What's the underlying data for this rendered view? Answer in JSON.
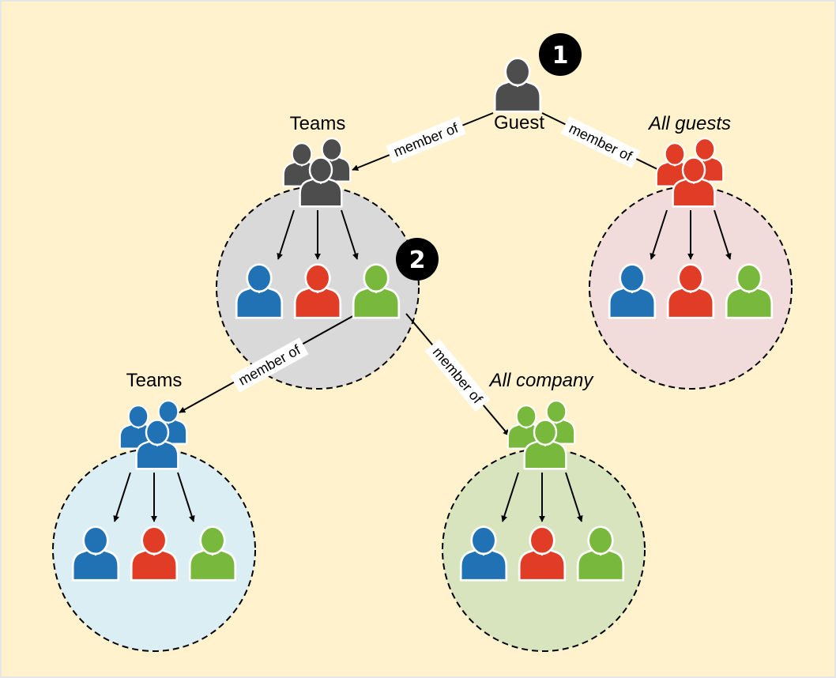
{
  "colors": {
    "background": "#fff2cc",
    "border": "#e6e6e6",
    "gray": "#4d4d4d",
    "red": "#e03c26",
    "blue": "#2171b5",
    "green": "#78b83c",
    "circle_gray": "#d9d9d9",
    "circle_pink": "#f2dcdb",
    "circle_blue": "#dbeef4",
    "circle_green": "#d7e4bd",
    "badge": "#000000"
  },
  "icons": {
    "single_user": "person-icon",
    "user_group": "people-group-icon",
    "badge": "numbered-circle-badge"
  },
  "guest": {
    "label": "Guest",
    "badge": "1",
    "color": "gray"
  },
  "groups": {
    "teams_top": {
      "label": "Teams",
      "italic": false,
      "group_color": "gray",
      "members": [
        "blue",
        "red",
        "green"
      ],
      "badge": "2"
    },
    "all_guests": {
      "label": "All guests",
      "italic": true,
      "group_color": "red",
      "members": [
        "blue",
        "red",
        "green"
      ]
    },
    "teams_bottom": {
      "label": "Teams",
      "italic": false,
      "group_color": "blue",
      "members": [
        "blue",
        "red",
        "green"
      ]
    },
    "all_company": {
      "label": "All company",
      "italic": true,
      "group_color": "green",
      "members": [
        "blue",
        "red",
        "green"
      ]
    }
  },
  "edges": {
    "guest_to_teams": {
      "label": "member of"
    },
    "guest_to_all_guests": {
      "label": "member of"
    },
    "green_to_teams": {
      "label": "member of"
    },
    "green_to_all_company": {
      "label": "member of"
    }
  }
}
